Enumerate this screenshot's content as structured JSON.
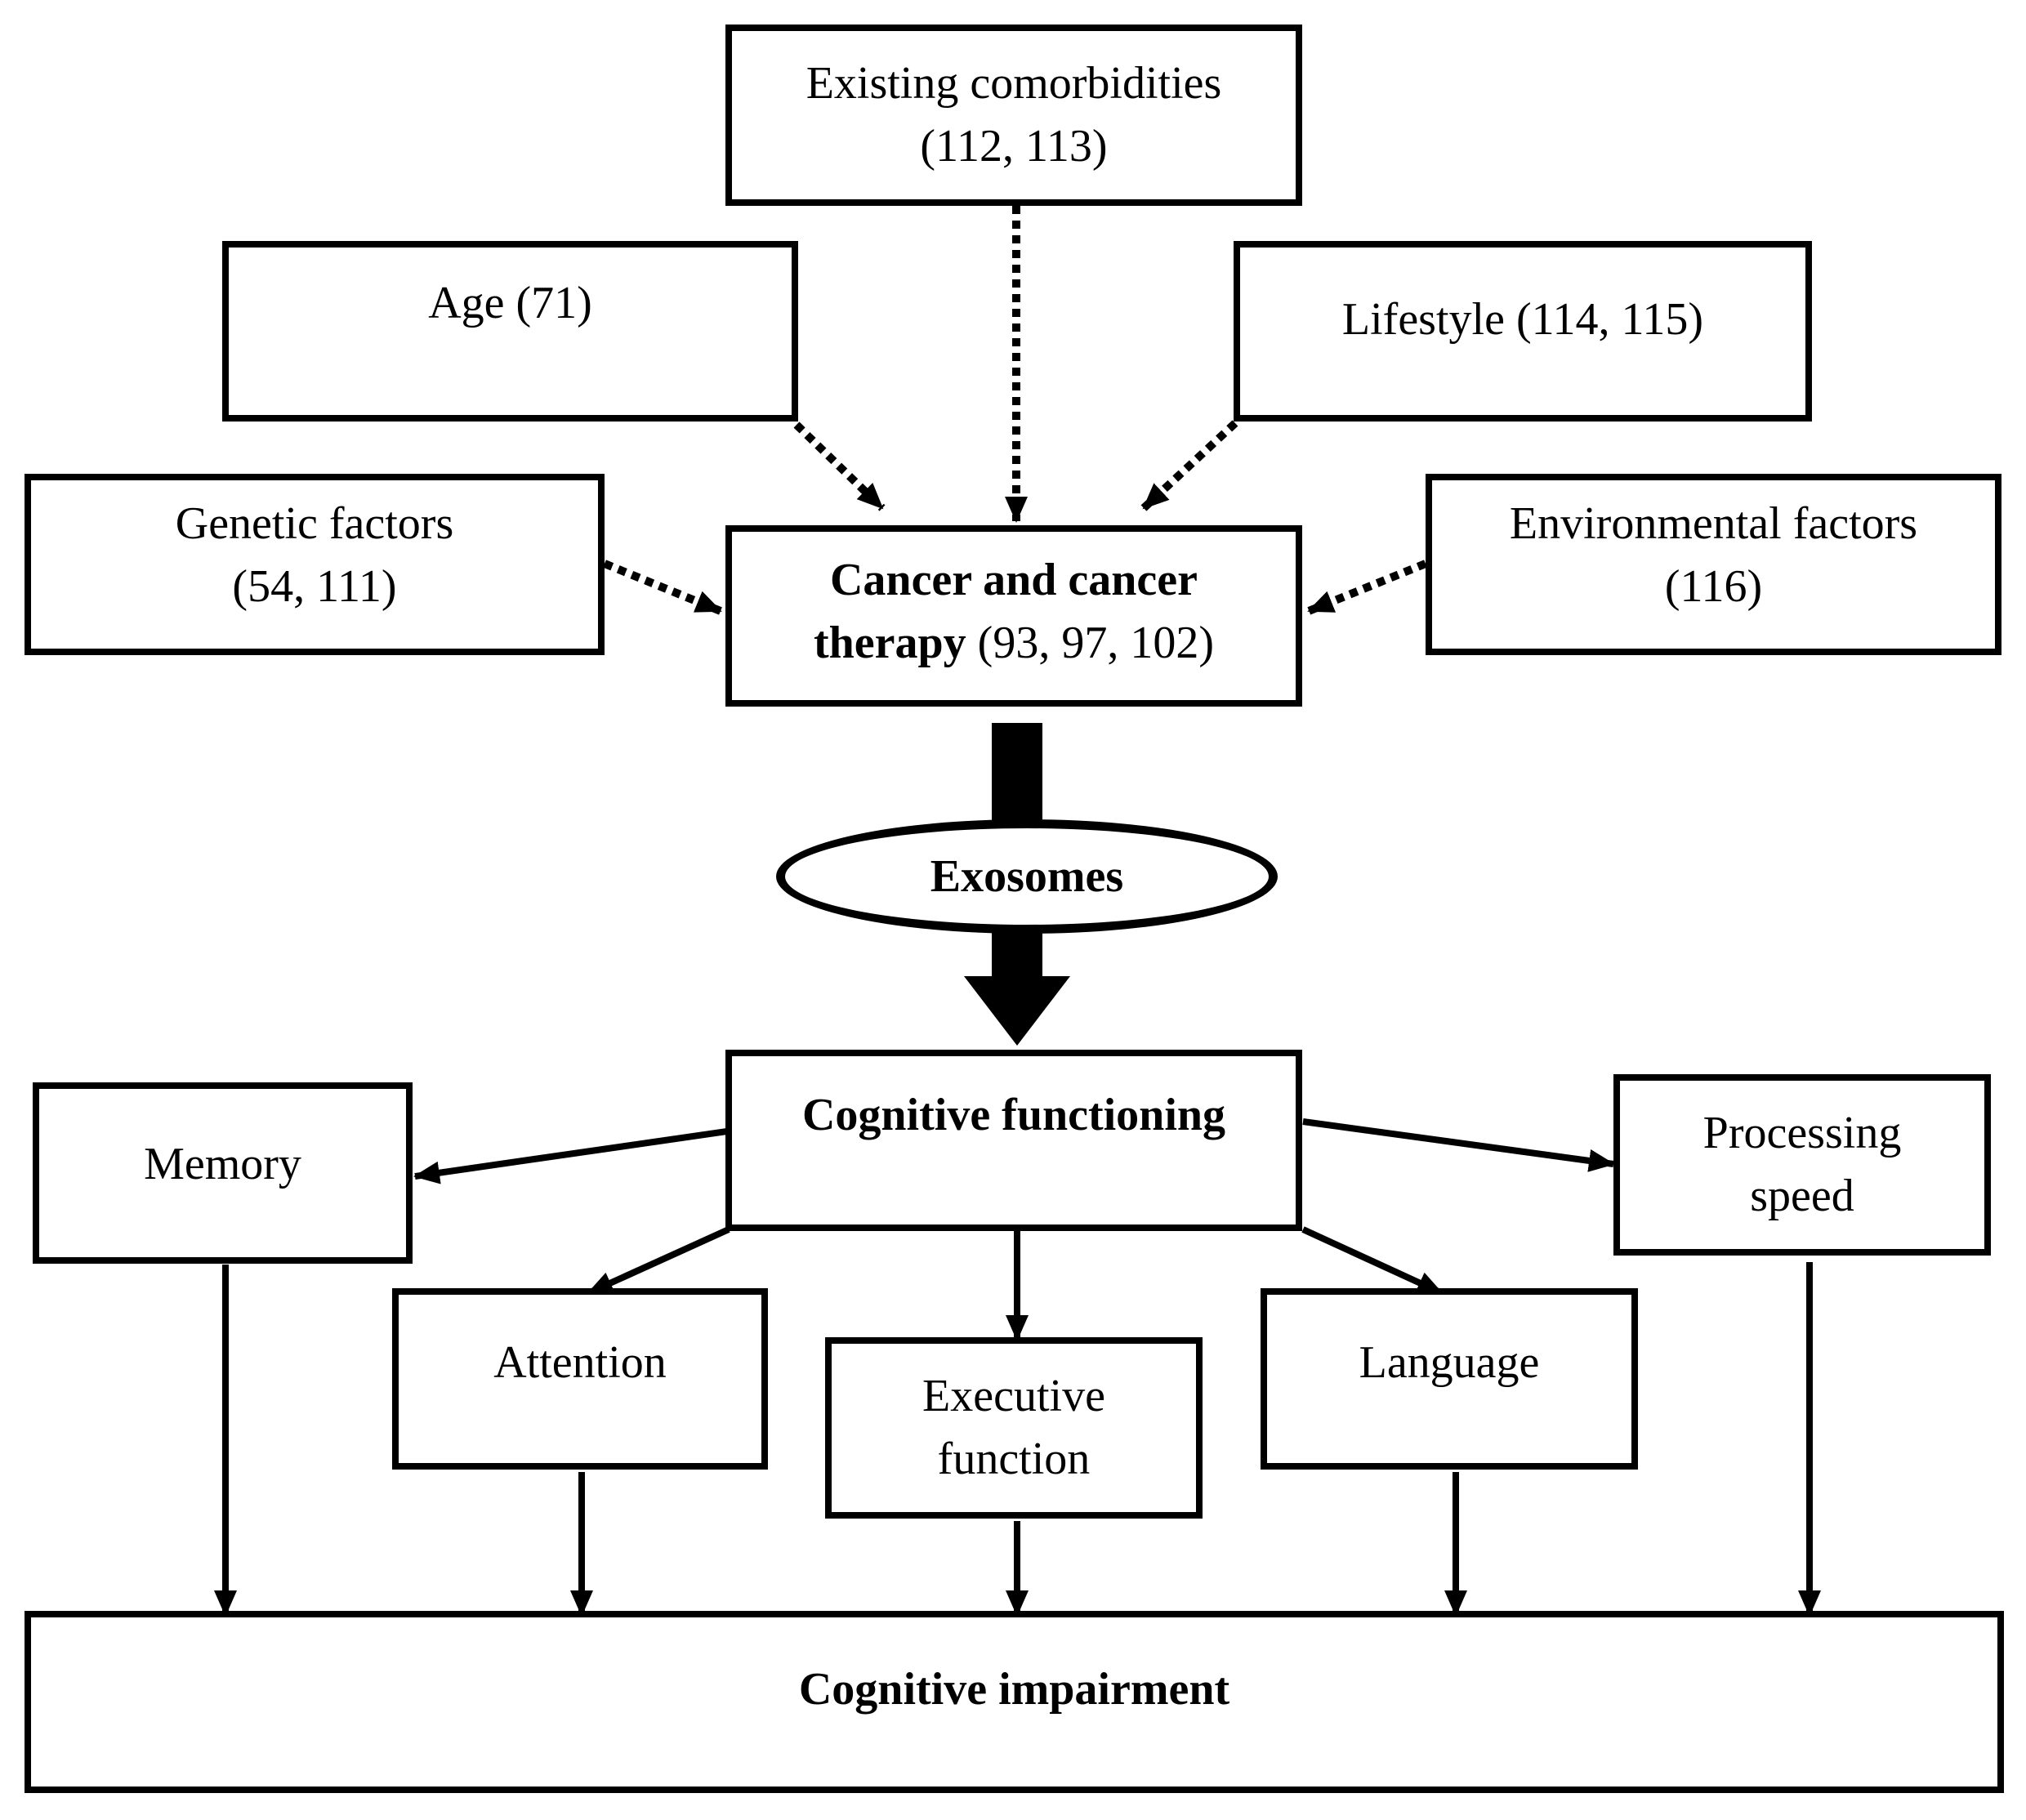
{
  "factors": {
    "comorbidities": {
      "line1": "Existing comorbidities",
      "line2": "(112, 113)"
    },
    "age": {
      "label": "Age (71)"
    },
    "lifestyle": {
      "label": "Lifestyle (114, 115)"
    },
    "genetic": {
      "line1": "Genetic factors",
      "line2": "(54, 111)"
    },
    "environmental": {
      "line1": "Environmental factors",
      "line2": "(116)"
    }
  },
  "center": {
    "cancer_bold_1": "Cancer and cancer",
    "cancer_bold_2": "therapy",
    "cancer_refs": " (93, 97, 102)",
    "exosomes": "Exosomes",
    "cognitive_functioning": "Cognitive functioning"
  },
  "domains": {
    "memory": "Memory",
    "processing_line1": "Processing",
    "processing_line2": "speed",
    "attention": "Attention",
    "executive_line1": "Executive",
    "executive_line2": "function",
    "language": "Language"
  },
  "outcome": {
    "cognitive_impairment": "Cognitive impairment"
  }
}
